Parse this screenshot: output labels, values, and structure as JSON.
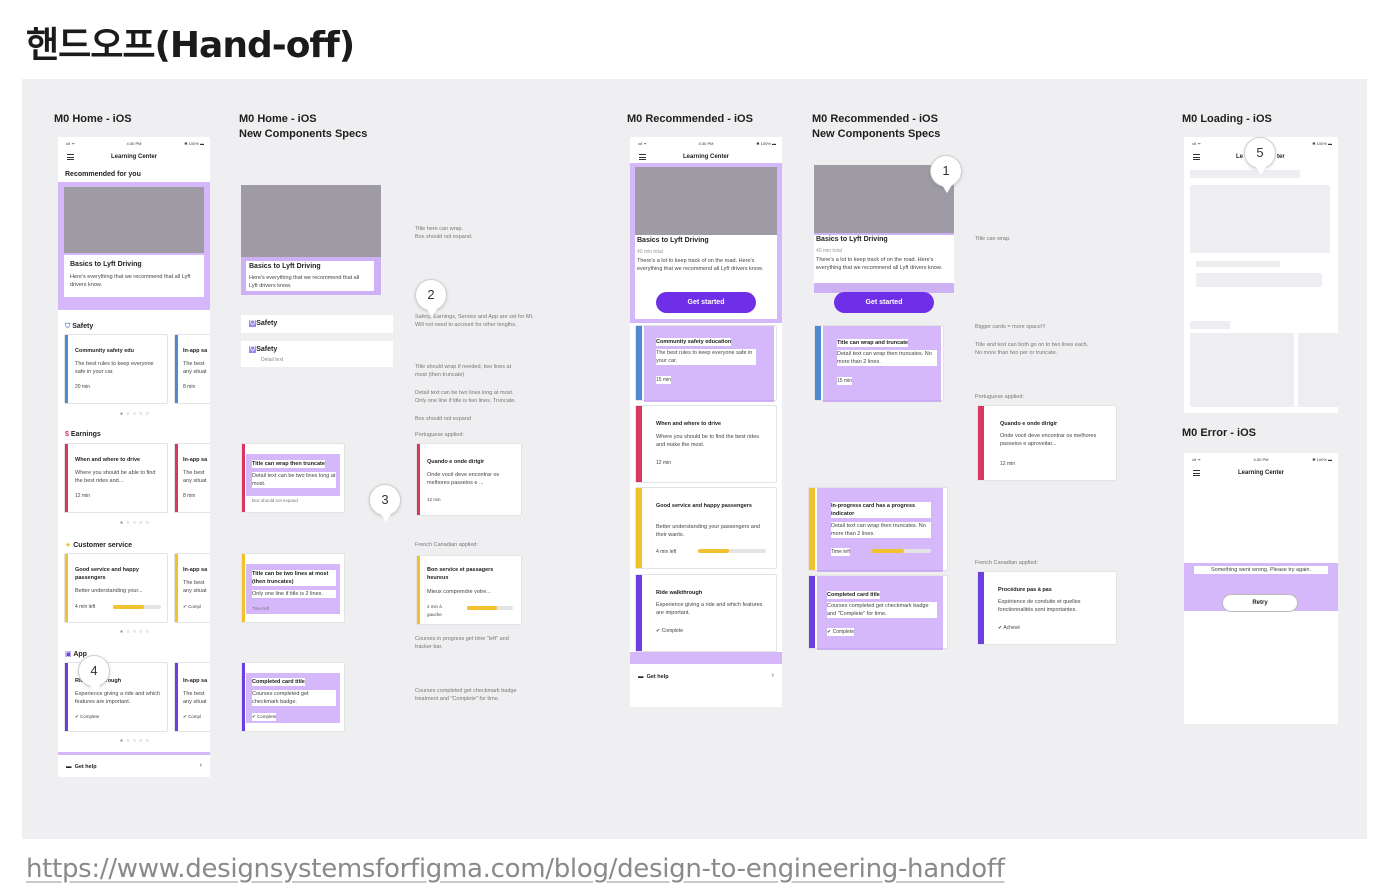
{
  "heading": "핸드오프(Hand-off)",
  "source_url": "https://www.designsystemsforfigma.com/blog/design-to-engineering-handoff",
  "colors": {
    "canvas": "#efeff1",
    "annotation": "#b27ef5",
    "primary": "#6f2ee8",
    "safety": "#4f8ad0",
    "earnings": "#d8375f",
    "customer_service": "#f2c22e",
    "app": "#6c3fe0"
  },
  "frames": {
    "home": {
      "title": "M0 Home - iOS"
    },
    "home_specs": {
      "title_line1": "M0 Home - iOS",
      "title_line2": "New Components Specs"
    },
    "recommended": {
      "title": "M0 Recommended - iOS"
    },
    "recommended_specs": {
      "title_line1": "M0 Recommended - iOS",
      "title_line2": "New Components Specs"
    },
    "loading": {
      "title": "M0 Loading - iOS"
    },
    "error": {
      "title": "M0 Error - iOS"
    }
  },
  "status": {
    "signal": "•ıll ᯤ",
    "time": "4:30 PM",
    "battery": "✱ 100% ▬"
  },
  "app": {
    "title": "Learning Center",
    "title_partial_left": "Le",
    "title_partial_right": "ter"
  },
  "home": {
    "recommended_label": "Recommended for you",
    "hero_title": "Basics to Lyft Driving",
    "hero_desc": "Here's everything that we recommend that all Lyft drivers know.",
    "sections": [
      {
        "label": "Safety",
        "icon": "shield-icon",
        "card_title": "Community safety edu",
        "card_desc": "The best rules to keep everyone safe in your car.",
        "meta": "20 min",
        "peek_title": "In-app sa",
        "peek_desc": "The best any situat",
        "peek_meta": "8 min"
      },
      {
        "label": "Earnings",
        "icon": "dollar-icon",
        "card_title": "When and where to drive",
        "card_desc": "Where you should be able to find the best rides and...",
        "meta": "12 min",
        "peek_title": "In-app sa",
        "peek_desc": "The best any situat",
        "peek_meta": "8 min"
      },
      {
        "label": "Customer service",
        "icon": "star-icon",
        "card_title": "Good service and happy passengers",
        "card_desc": "Better understanding your...",
        "meta": "4 min left",
        "peek_title": "In-app sa",
        "peek_desc": "The best any situat",
        "peek_meta": "Compl"
      },
      {
        "label": "App",
        "icon": "phone-icon",
        "card_title": "Ride walkthrough",
        "card_desc": "Experience giving a ride and which features are important.",
        "meta": "Complete",
        "peek_title": "In-app sa",
        "peek_desc": "The best any situat",
        "peek_meta": "Compl"
      }
    ],
    "pager": "● ○ ○ ○ ○",
    "get_help": "Get help"
  },
  "home_specs": {
    "hero_title": "Basics to Lyft Driving",
    "hero_desc": "Here's everything that we recommend that all Lyft drivers know.",
    "safety_label": "Safety",
    "safety_label2": "Safety",
    "detail_text": "Detail text",
    "card1_title": "Title can wrap then truncate",
    "card1_desc": "Detail text can be two lines long at most.",
    "card1_meta": "Box should not expand",
    "card2_title": "Title can be two lines at most (then truncates)",
    "card2_desc": "Only one line if title is 2 lines.",
    "card2_meta": "Time left",
    "card3_title": "Completed card title",
    "card3_desc": "Courses completed get checkmark badge.",
    "card3_meta": "Complete",
    "notes": {
      "n1": "Title here can wrap.\nBox should not expand.",
      "n2": "Safety, Earnings, Service and App are set for MI.\nWill not need to account for other lengths.",
      "n3": "Title should wrap if needed, two lines at\nmost (then truncate)",
      "n4": "Detail text can be two lines long at most.\nOnly one line if title is two lines. Truncate.",
      "n5": "Box should not expand",
      "n6": "Portuguese applied:",
      "n7": "French Canadian applied:",
      "n8": "Courses in progress get time \"left\" and\ntracker bar.",
      "n9": "Courses completed get checkmark badge\ntreatment and \"Complete\" for time."
    },
    "pt_title": "Quando e onde dirigir",
    "pt_desc": "Onde você deve encontrar os melhores passeios e ...",
    "pt_meta": "12 min",
    "fr_title": "Bon service et passagers heureux",
    "fr_desc": "Mieux comprendre votre...",
    "fr_meta": "4 min à gauche"
  },
  "recommended": {
    "hero_title": "Basics to Lyft Driving",
    "hero_meta": "40 min total",
    "hero_desc": "There's a lot to keep track of on the road. Here's everything that we recommend all Lyft drivers know.",
    "cta": "Get started",
    "cards": [
      {
        "title": "Community safety education",
        "desc": "The best rules to keep everyone safe in your car.",
        "meta": "15 min"
      },
      {
        "title": "When and where to drive",
        "desc": "Where you should be to find the best rides and make the most.",
        "meta": "12 min"
      },
      {
        "title": "Good service and happy passengers",
        "desc": "Better understanding your passengers and their wants.",
        "meta": "4 min left"
      },
      {
        "title": "Ride walkthrough",
        "desc": "Experience giving a ride and which features are important.",
        "meta": "Complete"
      }
    ],
    "get_help": "Get help"
  },
  "recommended_specs": {
    "hero_title": "Basics to Lyft Driving",
    "hero_meta": "40 min total",
    "hero_desc": "There's a lot to keep track of on the road. Here's everything that we recommend all Lyft drivers know.",
    "cta": "Get started",
    "card1_title": "Title can wrap and truncate",
    "card1_desc": "Detail text can wrap then truncates. No more than 2 lines.",
    "card1_meta": "15 min",
    "card2_title": "In-progress card has a progress indicator",
    "card2_desc": "Detail text can wrap then truncates. No more than 2 lines.",
    "card2_meta": "Time left",
    "card3_title": "Completed card title",
    "card3_desc": "Courses completed get checkmark badge and \"Complete\" for time.",
    "card3_meta": "Complete",
    "notes": {
      "n1": "Title can wrap.",
      "n2": "Bigger cards = more space!!!",
      "n3": "Title and text can both go on to two lines each.\nNo more than two per or truncate.",
      "n4": "Portuguese applied:",
      "n5": "French Canadian applied:"
    },
    "pt_title": "Quando e onde dirigir",
    "pt_desc": "Onde você deve encontrar os melhores passeios e aproveitar...",
    "pt_meta": "12 min",
    "fr_title": "Procédure pas à pas",
    "fr_desc": "Expérience de conduite et quelles fonctionnalités sont importantes.",
    "fr_meta": "Achevé"
  },
  "error": {
    "message": "Something went wrong. Please try again.",
    "retry": "Retry"
  },
  "pins": [
    "1",
    "2",
    "3",
    "4",
    "5"
  ]
}
